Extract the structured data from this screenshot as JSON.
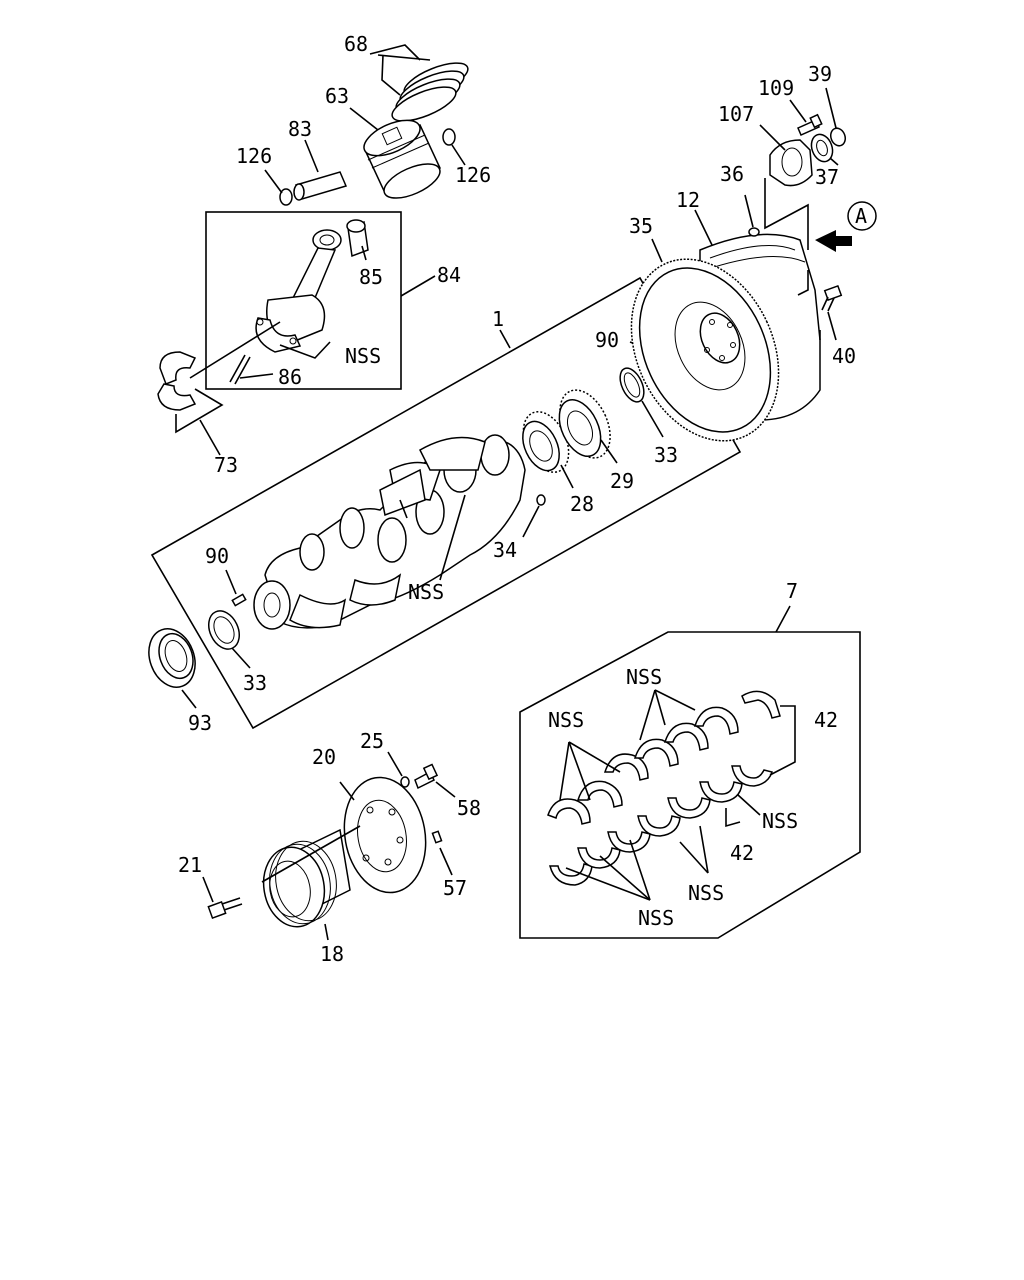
{
  "callouts": {
    "p68": "68",
    "p63": "63",
    "p83": "83",
    "p126a": "126",
    "p126b": "126",
    "p85": "85",
    "p84": "84",
    "nss_rod": "NSS",
    "p86": "86",
    "p73": "73",
    "p1": "1",
    "p12": "12",
    "p35": "35",
    "p36": "36",
    "p107": "107",
    "p109": "109",
    "p39": "39",
    "p37": "37",
    "view_a": "A",
    "p40": "40",
    "p90a": "90",
    "p33a": "33",
    "p29": "29",
    "p28": "28",
    "p34": "34",
    "nss_crank": "NSS",
    "p90b": "90",
    "p33b": "33",
    "p93": "93",
    "p7": "7",
    "nss_b1": "NSS",
    "nss_b2": "NSS",
    "p42a": "42",
    "nss_b3": "NSS",
    "p42b": "42",
    "nss_b4": "NSS",
    "nss_b5": "NSS",
    "p20": "20",
    "p25": "25",
    "p58": "58",
    "p21": "21",
    "p57": "57",
    "p18": "18"
  }
}
